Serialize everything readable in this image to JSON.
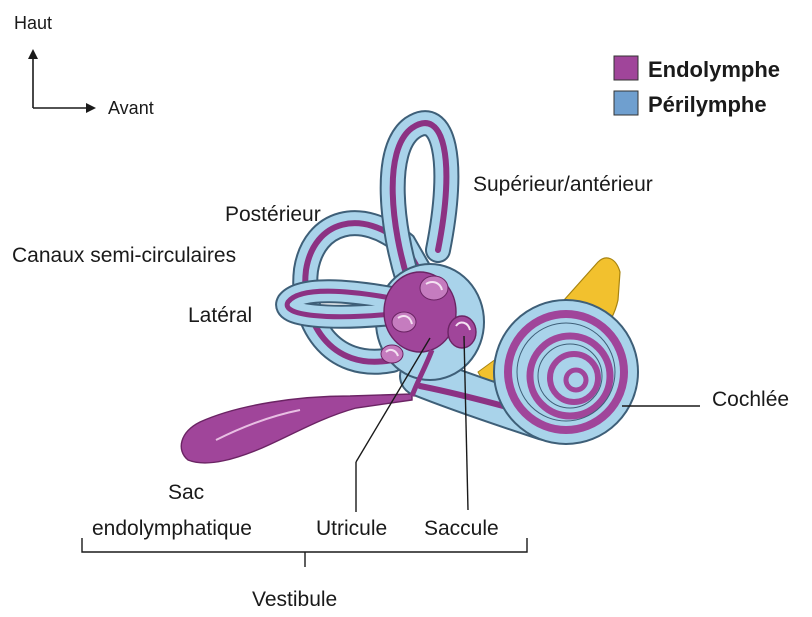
{
  "orientation": {
    "up_label": "Haut",
    "forward_label": "Avant"
  },
  "legend": [
    {
      "label": "Endolymphe",
      "color": "#a0459a"
    },
    {
      "label": "Périlymphe",
      "color": "#6f9fcf"
    }
  ],
  "labels": {
    "superior": "Supérieur/antérieur",
    "posterior": "Postérieur",
    "semicircular": "Canaux semi-circulaires",
    "lateral": "Latéral",
    "cochlea": "Cochlée",
    "sac_line1": "Sac",
    "sac_line2": "endolymphatique",
    "utricle": "Utricule",
    "saccule": "Saccule",
    "vestibule": "Vestibule"
  },
  "colors": {
    "perilymph": "#a9d3ea",
    "perilymph_outline": "#3e5f78",
    "endolymph": "#a0459a",
    "endolymph_dark": "#8c3283",
    "nerve": "#f2c12e"
  }
}
